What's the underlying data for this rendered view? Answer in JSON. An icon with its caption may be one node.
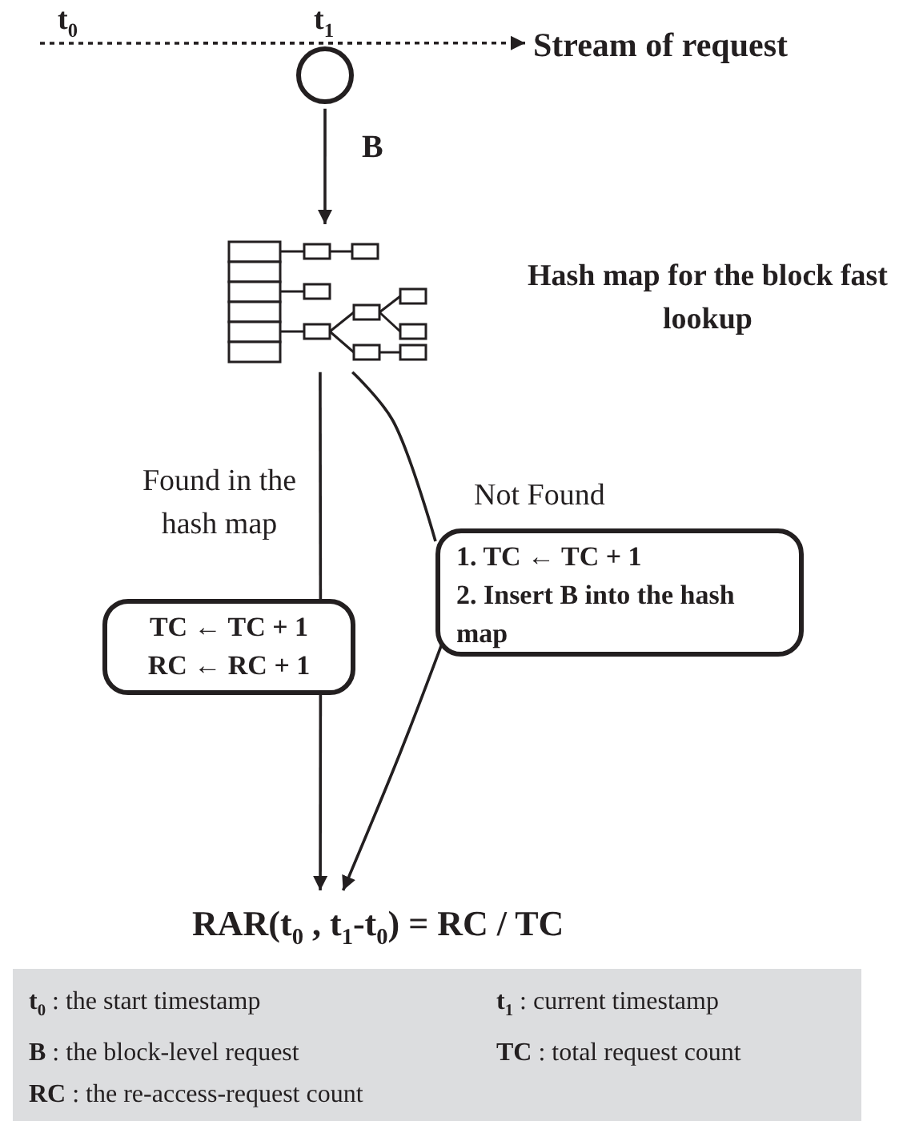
{
  "diagram": {
    "nodes": [
      {
        "text": [],
        "shape": "circle"
      },
      {
        "text": [
          "Stream of request"
        ]
      },
      {
        "text": [],
        "shape": "picture",
        "beside": [
          "Hash map for the block fast lookup"
        ]
      },
      {
        "text": [
          "TC ← TC + 1",
          "RC ← RC + 1"
        ]
      },
      {
        "text": [
          "1. TC ← TC + 1",
          "2. Insert B into the hash map"
        ]
      },
      {
        "text": [
          "RAR(t$_{0}$ , t$_{1}$-t$_{0}$) = RC / TC"
        ]
      },
      {
        "text": [
          "**t**$_{0}$ : the start timestamp",
          "**t**$_{1}$ : current timestamp",
          "**B** : the block-level request",
          "**TC** : total request count",
          "**RC** : the re-access-request count"
        ]
      }
    ],
    "edges": [
      {
        "from": null,
        "to": 1,
        "arrow": "to",
        "style": "dashed"
      },
      {
        "from": 0,
        "to": 2,
        "arrow": "to",
        "label": "B"
      },
      {
        "from": 2,
        "to": 3,
        "arrow": "none",
        "label": "Found in the hash map"
      },
      {
        "from": 3,
        "to": 5,
        "arrow": "to"
      },
      {
        "from": 2,
        "to": 4,
        "arrow": "none",
        "label": "Not Found"
      },
      {
        "from": 4,
        "to": 5,
        "arrow": "to"
      }
    ],
    "labels": [
      "t$_{0}$",
      "t$_{1}$"
    ]
  }
}
